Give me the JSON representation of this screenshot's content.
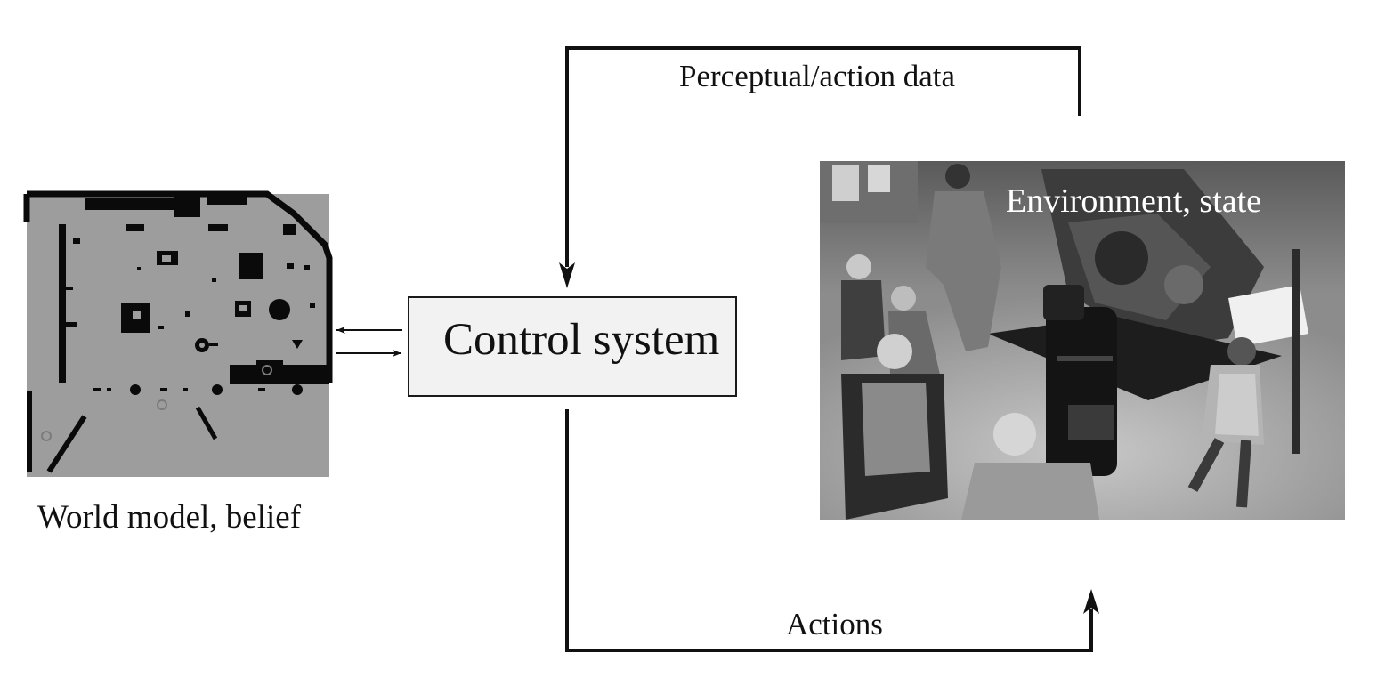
{
  "diagram": {
    "control_box": {
      "label": "Control system"
    },
    "world_model": {
      "caption": "World model, belief",
      "image_description_icon": "occupancy-map-image"
    },
    "environment": {
      "caption": "Environment, state",
      "image_description_icon": "museum-robot-photo"
    },
    "feedback_edge": {
      "label": "Perceptual/action data"
    },
    "action_edge": {
      "label": "Actions"
    }
  },
  "colors": {
    "line": "#111111",
    "box_fill": "#f2f2f2",
    "map_background": "#9d9d9d",
    "map_obstacles": "#0a0a0a"
  }
}
